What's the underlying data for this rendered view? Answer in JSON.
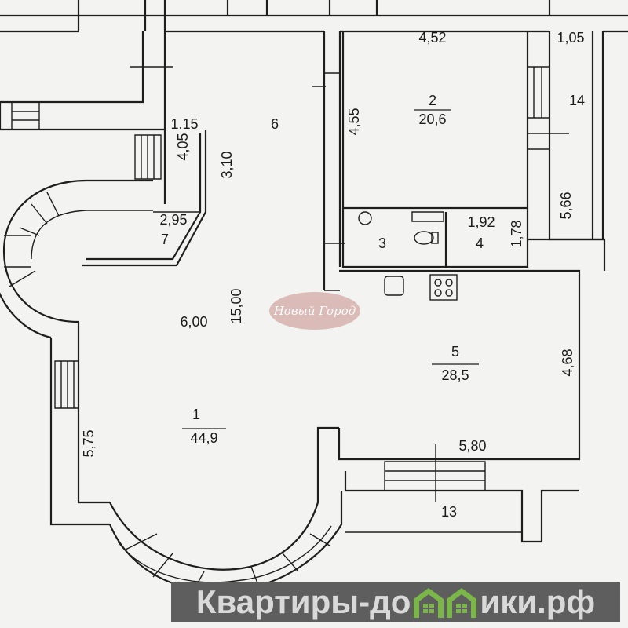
{
  "rooms": [
    {
      "number": "1",
      "area": "44,9"
    },
    {
      "number": "2",
      "area": "20,6"
    },
    {
      "number": "3"
    },
    {
      "number": "4"
    },
    {
      "number": "5",
      "area": "28,5"
    },
    {
      "number": "6"
    },
    {
      "number": "7"
    },
    {
      "number": "13"
    },
    {
      "number": "14"
    }
  ],
  "dimensions": {
    "d452": "4,52",
    "d105": "1,05",
    "d455": "4,55",
    "d115": "1.15",
    "d405": "4,05",
    "d310": "3,10",
    "d566": "5,66",
    "d192": "1,92",
    "d178": "1,78",
    "d295": "2,95",
    "d1500": "15,00",
    "d600": "6,00",
    "d468": "4,68",
    "d575": "5,75",
    "d580": "5,80"
  },
  "watermark": {
    "logo_text": "Новый Город"
  },
  "banner": {
    "text_left": "Квартиры-до",
    "text_right": "ики.рф",
    "house_color": "#7ab648",
    "background": "#5e5e5e"
  }
}
